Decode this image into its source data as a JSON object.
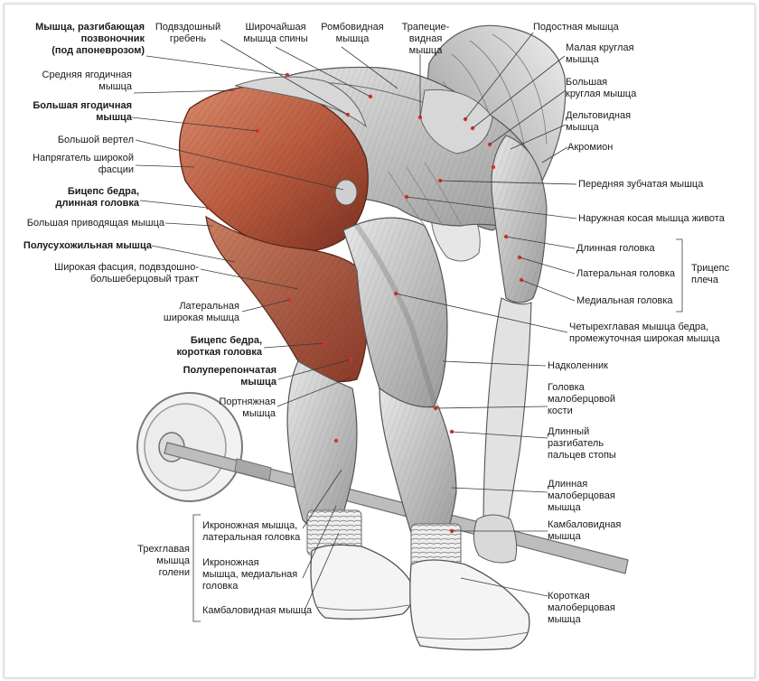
{
  "labels": {
    "erector": "Мышца, разгибающая\nпозвоночник\n(под апоневрозом)",
    "gluteus_medius": "Средняя ягодичная\nмышца",
    "gluteus_maximus": "Большая ягодичная\nмышца",
    "greater_trochanter": "Большой вертел",
    "tfl": "Напрягатель широкой\nфасции",
    "biceps_long": "Бицепс бедра,\nдлинная головка",
    "adductor_magnus": "Большая приводящая мышца",
    "semitendinosus": "Полусухожильная мышца",
    "fascia_lata": "Широкая фасция, подвздошно-\nбольшеберцовый тракт",
    "vastus_lateralis": "Латеральная\nширокая мышца",
    "biceps_short": "Бицепс бедра,\nкороткая головка",
    "semimembranosus": "Полуперепончатая\nмышца",
    "sartorius": "Портняжная\nмышца",
    "iliac_crest": "Подвздошный\nгребень",
    "latissimus": "Широчайшая\nмышца спины",
    "rhomboid": "Ромбовидная\nмышца",
    "trapezius": "Трапецие-\nвидная\nмышца",
    "infraspinatus": "Подостная мышца",
    "teres_minor": "Малая круглая\nмышца",
    "teres_major": "Большая\nкруглая мышца",
    "deltoid": "Дельтовидная\nмышца",
    "acromion": "Акромион",
    "serratus": "Передняя зубчатая мышца",
    "external_oblique": "Наружная косая мышца живота",
    "triceps_long": "Длинная головка",
    "triceps_lateral": "Латеральная головка",
    "triceps_medial": "Медиальная головка",
    "triceps_group": "Трицепс\nплеча",
    "quad": "Четырехглавая мышца бедра,\nпромежуточная широкая мышца",
    "patella": "Надколенник",
    "fibula_head": "Головка\nмалоберцовой\nкости",
    "ext_digitorum": "Длинный\nразгибатель\nпальцев стопы",
    "peroneus_longus": "Длинная\nмалоберцовая\nмышца",
    "soleus_right": "Камбаловидная\nмышца",
    "peroneus_brevis": "Короткая\nмалоберцовая\nмышца",
    "gastro_lateral": "Икроножная мышца,\nлатеральная головка",
    "gastro_medial": "Икроножная\nмышца, медиальная\nголовка",
    "soleus_left": "Камбаловидная мышца",
    "triceps_surae": "Трехглавая\nмышца\nголени"
  },
  "colors": {
    "label_text": "#1a1a1a",
    "leader_line": "#3a3a3a",
    "muscle_red": "#b85a3e",
    "muscle_red_dark": "#7a2f20",
    "muscle_gray": "#c9c9c9",
    "muscle_gray_dark": "#6e6e6e",
    "marker_red": "#d8342a",
    "barbell": "#8a8a8a"
  }
}
